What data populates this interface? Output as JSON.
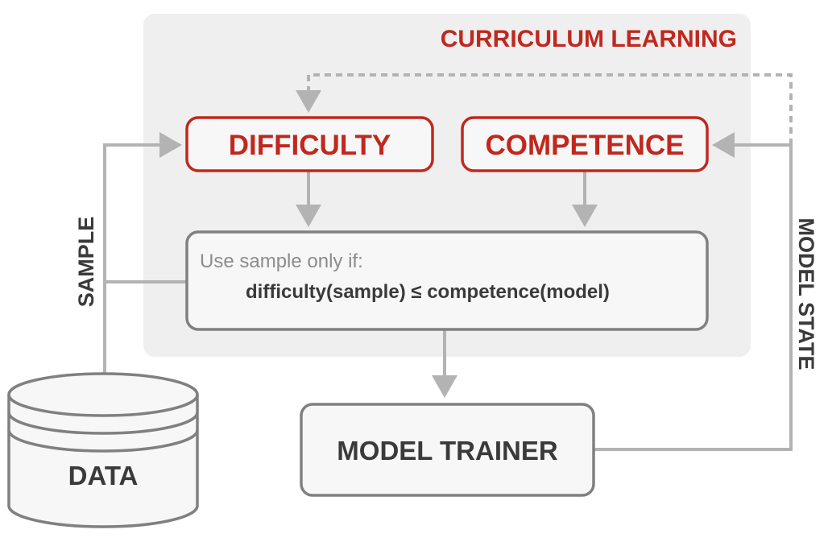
{
  "title": "CURRICULUM LEARNING",
  "nodes": {
    "difficulty": "DIFFICULTY",
    "competence": "COMPETENCE",
    "condition_line1": "Use sample only if:",
    "condition_line2": "difficulty(sample) ≤ competence(model)",
    "trainer": "MODEL TRAINER",
    "data": "DATA"
  },
  "edge_labels": {
    "sample": "SAMPLE",
    "model_state": "MODEL STATE"
  },
  "colors": {
    "accent": "#c0281e",
    "arrow": "#b3b3b3",
    "panel": "#efefef",
    "text": "#3a3a3a"
  }
}
